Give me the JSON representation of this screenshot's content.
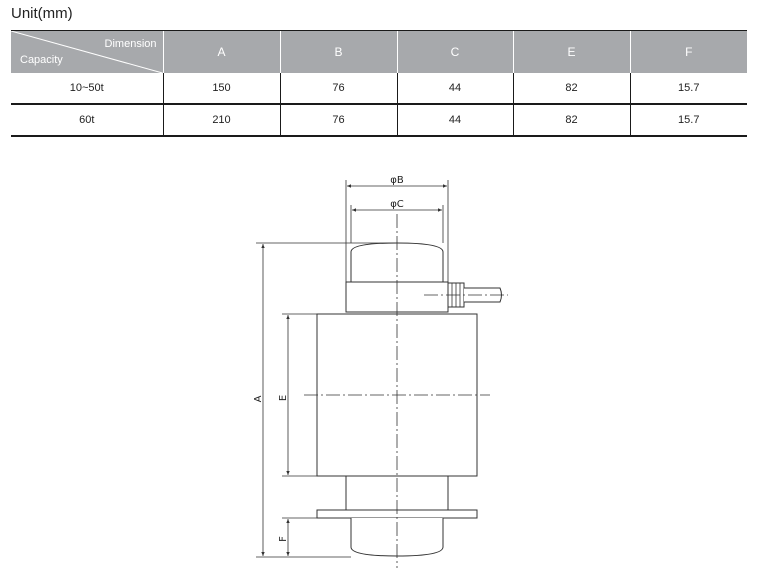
{
  "unit_title": "Unit(mm)",
  "table": {
    "corner_top": "Dimension",
    "corner_bottom": "Capacity",
    "headers": [
      "A",
      "B",
      "C",
      "E",
      "F"
    ],
    "rows": [
      {
        "capacity": "10~50t",
        "values": [
          "150",
          "76",
          "44",
          "82",
          "15.7"
        ]
      },
      {
        "capacity": "60t",
        "values": [
          "210",
          "76",
          "44",
          "82",
          "15.7"
        ]
      }
    ],
    "header_bg": "#a7a9ac"
  },
  "drawing": {
    "label_B": "φB",
    "label_C": "φC",
    "label_A": "A",
    "label_E": "E",
    "label_F": "F"
  }
}
